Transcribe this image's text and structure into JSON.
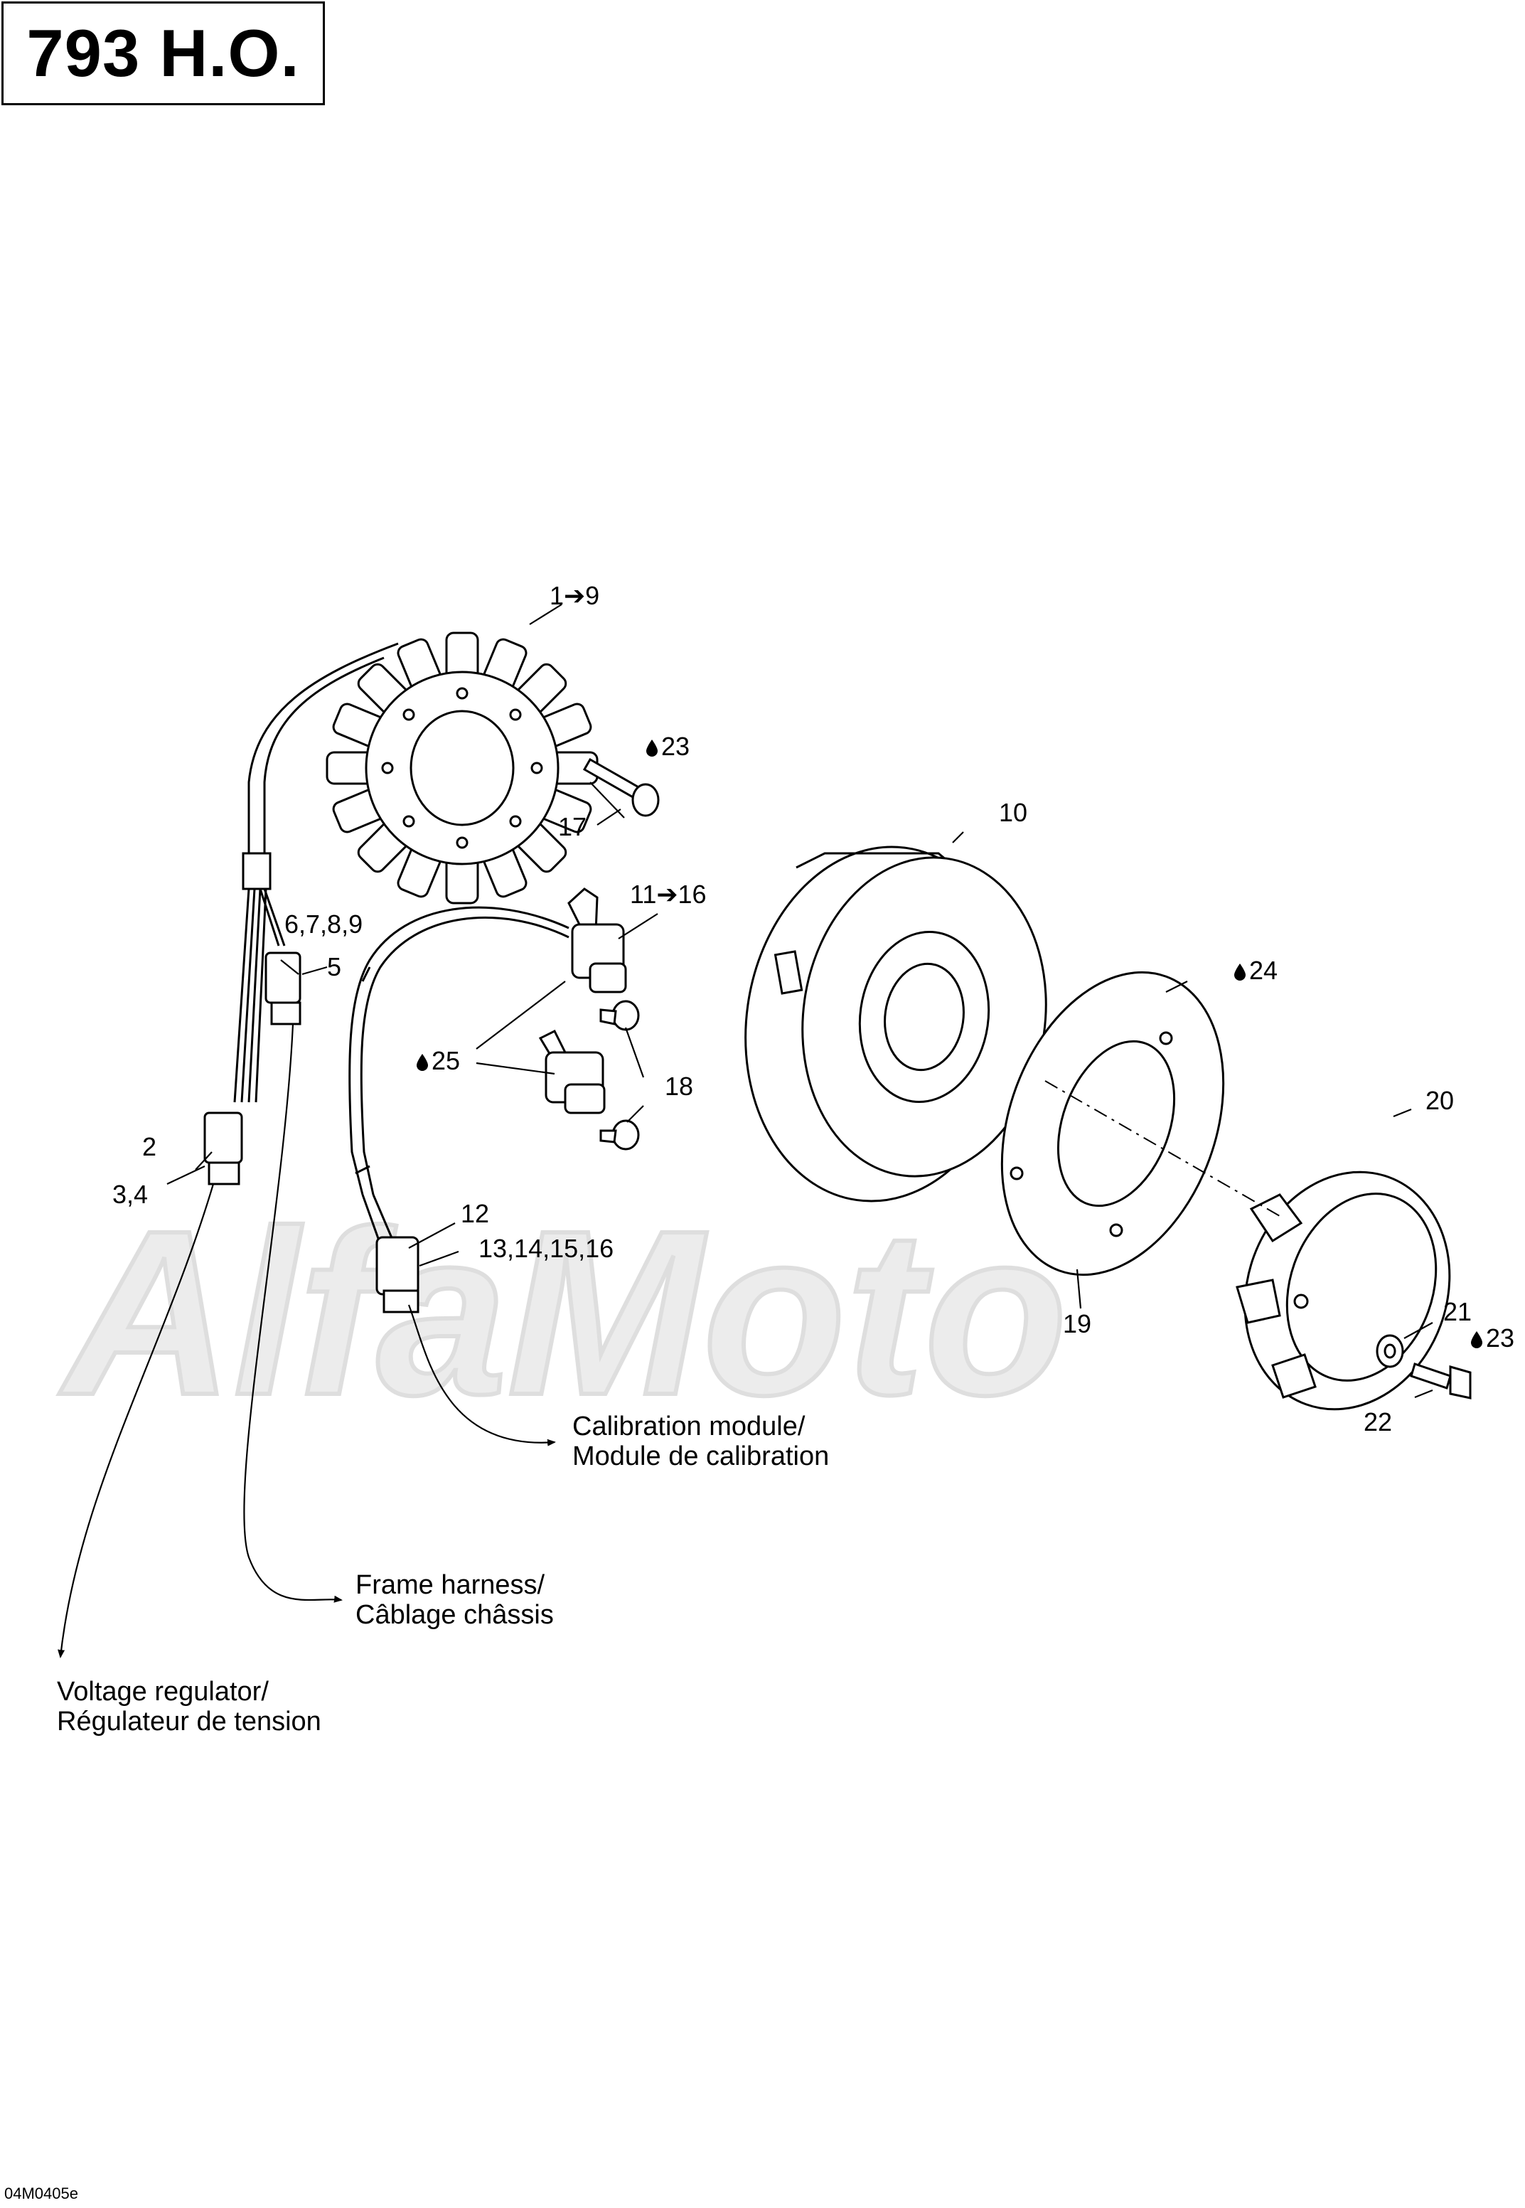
{
  "title": "793 H.O.",
  "drawing_code": "04M0405e",
  "watermark": "AlfaMoto",
  "callouts": {
    "c1": "1➔9",
    "c2": "2",
    "c34": "3,4",
    "c5": "5",
    "c6789": "6,7,8,9",
    "c10": "10",
    "c11": "11➔16",
    "c12": "12",
    "c1316": "13,14,15,16",
    "c17": "17",
    "c18": "18",
    "c19": "19",
    "c20": "20",
    "c21": "21",
    "c22": "22",
    "c23a": "23",
    "c23b": "23",
    "c24": "24",
    "c25": "25"
  },
  "destinations": {
    "calibration": [
      "Calibration module/",
      "Module de calibration"
    ],
    "frame": [
      "Frame harness/",
      "Câblage châssis"
    ],
    "voltage": [
      "Voltage regulator/",
      "Régulateur de tension"
    ]
  },
  "icons": [
    "drop-icon",
    "arrow-right-icon"
  ],
  "colors": {
    "ink": "#000000",
    "watermark": "#e6e6e6",
    "paper": "#ffffff"
  }
}
